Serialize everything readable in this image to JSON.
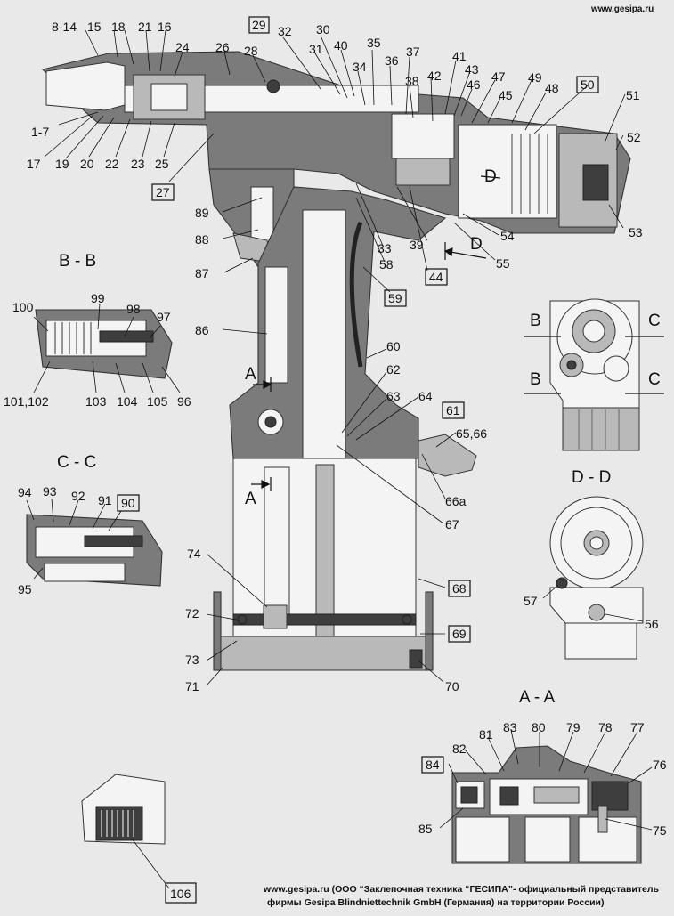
{
  "header": {
    "url": "www.gesipa.ru"
  },
  "sections": {
    "bb": "B - B",
    "cc": "C - C",
    "dd": "D - D",
    "aa": "A - A"
  },
  "markers": {
    "A": "A",
    "B": "B",
    "C": "C",
    "D": "D"
  },
  "part_labels": {
    "p8_14": "8-14",
    "p15": "15",
    "p18": "18",
    "p21": "21",
    "p16": "16",
    "p24": "24",
    "p26": "26",
    "p28": "28",
    "p29": "29",
    "p32": "32",
    "p30": "30",
    "p31": "31",
    "p40": "40",
    "p35": "35",
    "p34": "34",
    "p36": "36",
    "p37": "37",
    "p38": "38",
    "p42": "42",
    "p41": "41",
    "p43": "43",
    "p46": "46",
    "p47": "47",
    "p45": "45",
    "p49": "49",
    "p48": "48",
    "p50": "50",
    "p51": "51",
    "p52": "52",
    "p53": "53",
    "p54": "54",
    "p55": "55",
    "p44": "44",
    "p39": "39",
    "p33": "33",
    "p58": "58",
    "p59": "59",
    "p1_7": "1-7",
    "p17": "17",
    "p19": "19",
    "p20": "20",
    "p22": "22",
    "p23": "23",
    "p25": "25",
    "p27": "27",
    "p89": "89",
    "p88": "88",
    "p87": "87",
    "p86": "86",
    "p60": "60",
    "p62": "62",
    "p63": "63",
    "p64": "64",
    "p61": "61",
    "p65_66": "65,66",
    "p66a": "66a",
    "p67": "67",
    "p74": "74",
    "p72": "72",
    "p73": "73",
    "p71": "71",
    "p68": "68",
    "p69": "69",
    "p70": "70",
    "p100": "100",
    "p99": "99",
    "p98": "98",
    "p97": "97",
    "p101_102": "101,102",
    "p103": "103",
    "p104": "104",
    "p105": "105",
    "p96": "96",
    "p94": "94",
    "p93": "93",
    "p92": "92",
    "p91": "91",
    "p90": "90",
    "p95": "95",
    "p57": "57",
    "p56": "56",
    "p84": "84",
    "p82": "82",
    "p81": "81",
    "p83": "83",
    "p80": "80",
    "p79": "79",
    "p78": "78",
    "p77": "77",
    "p76": "76",
    "p85": "85",
    "p75": "75",
    "p106": "106"
  },
  "footer": {
    "line1": "www.gesipa.ru (ООО “Заклепочная техника “ГЕСИПА”- официальный представитель",
    "line2": "фирмы Gesipa Blindniettechnik GmbH (Германия) на территории России)"
  }
}
